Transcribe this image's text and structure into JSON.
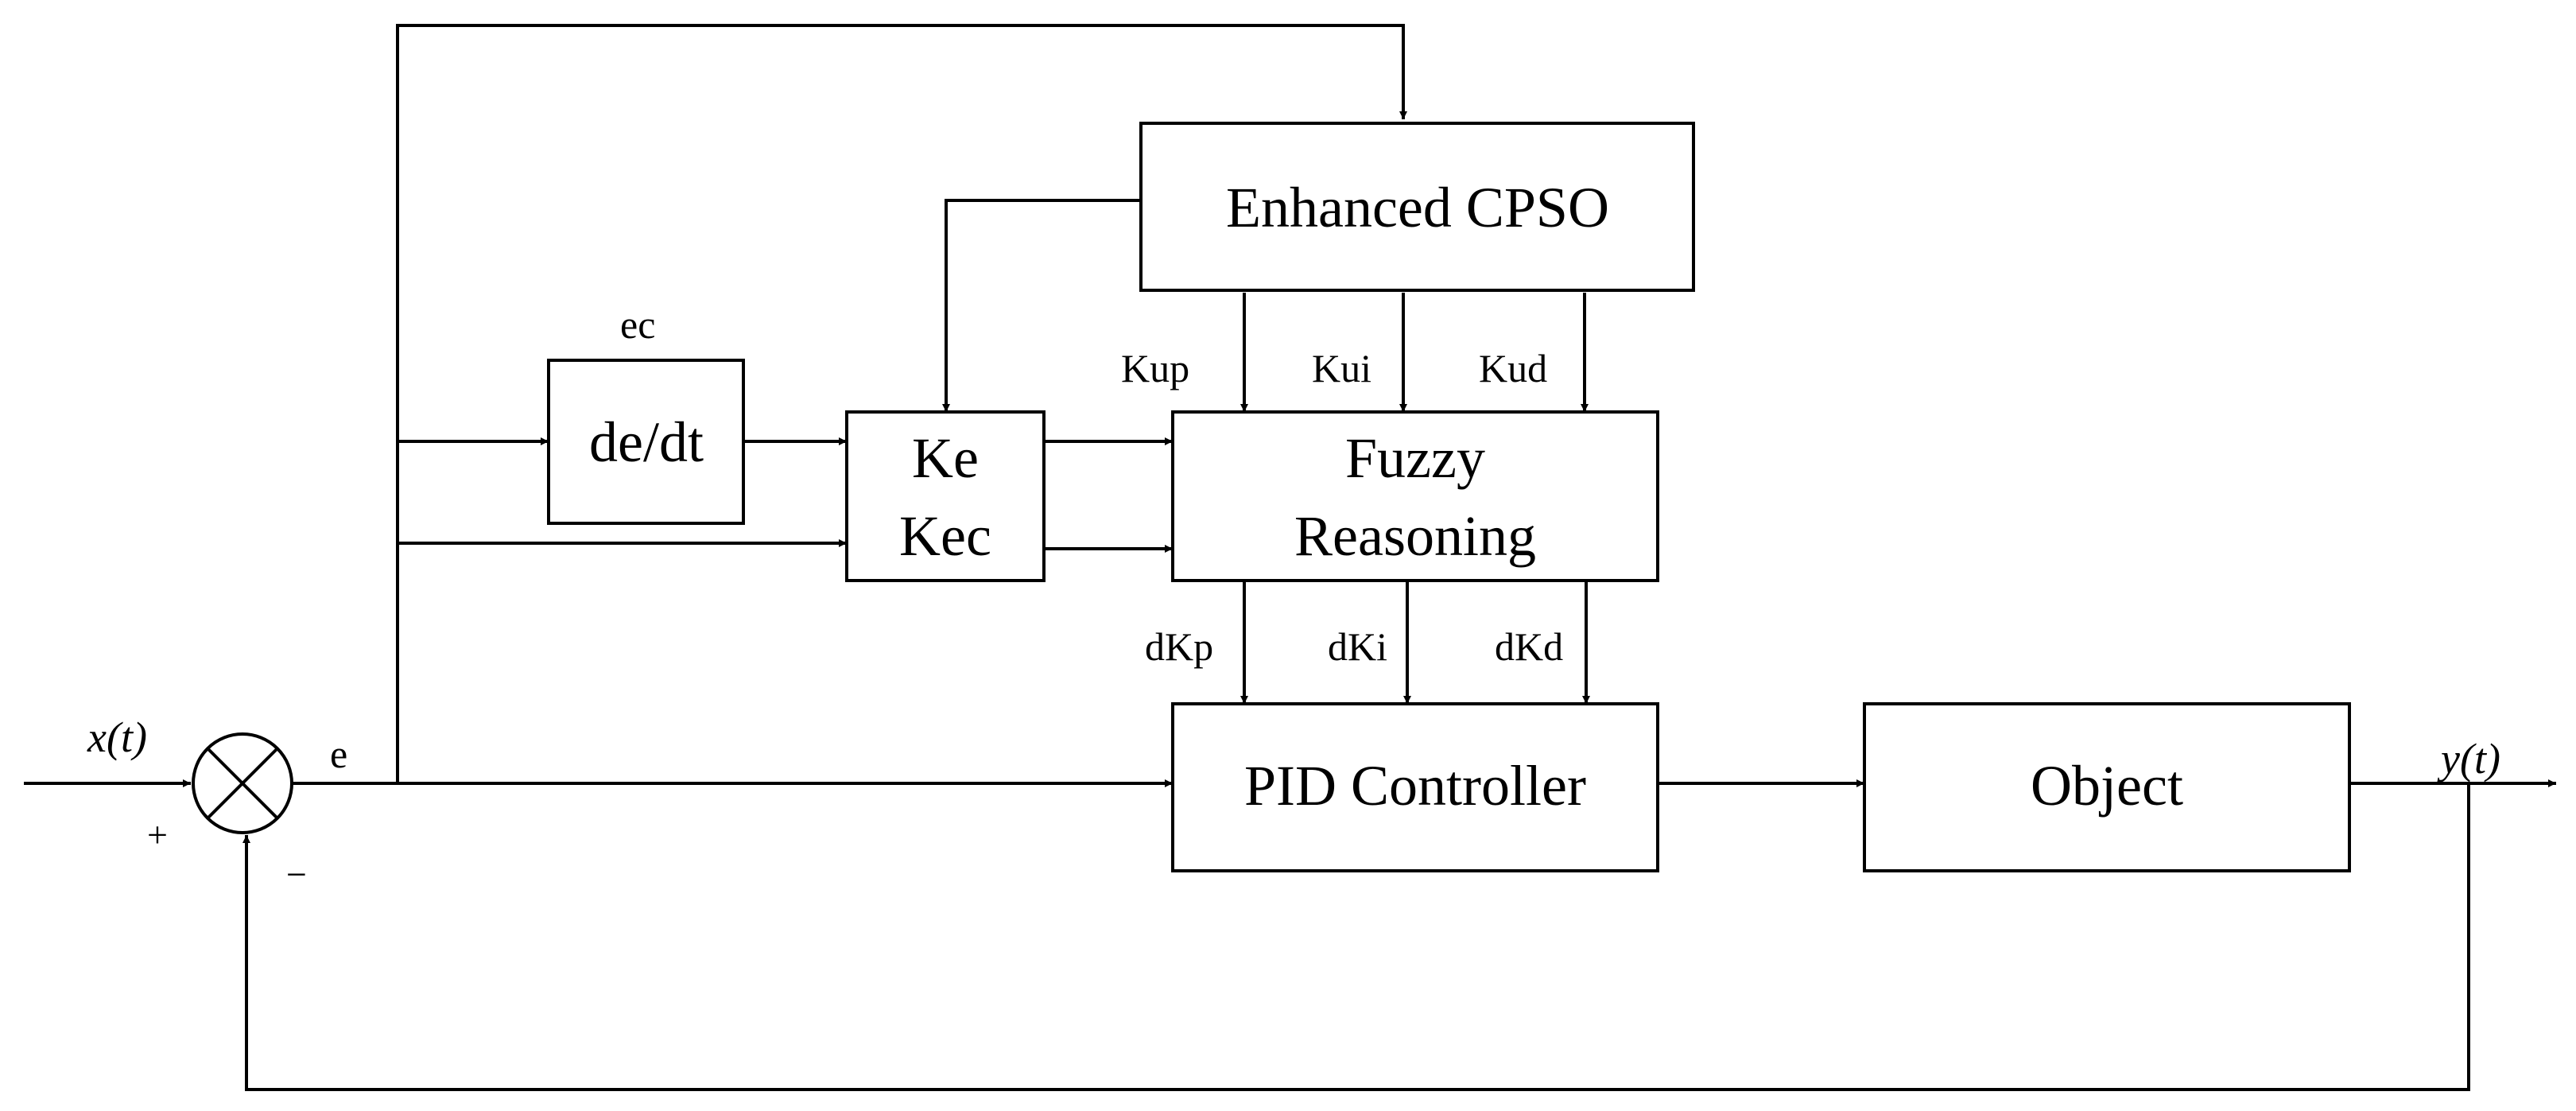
{
  "diagram": {
    "blocks": {
      "cpso": "Enhanced CPSO",
      "derivative": "de/dt",
      "gain_line1": "Ke",
      "gain_line2": "Kec",
      "fuzzy_line1": "Fuzzy",
      "fuzzy_line2": "Reasoning",
      "pid": "PID Controller",
      "object": "Object"
    },
    "signals": {
      "input": "x(t)",
      "output": "y(t)",
      "error": "e",
      "error_change": "ec",
      "plus": "+",
      "minus": "−",
      "kup": "Kup",
      "kui": "Kui",
      "kud": "Kud",
      "dkp": "dKp",
      "dki": "dKi",
      "dkd": "dKd"
    }
  }
}
